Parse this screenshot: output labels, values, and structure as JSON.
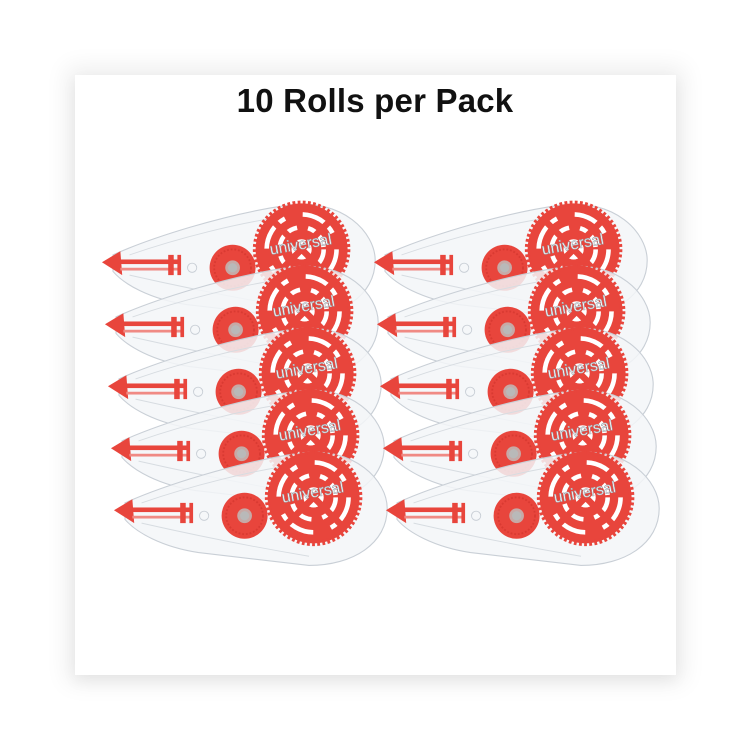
{
  "header": {
    "title": "10 Rolls per Pack"
  },
  "product": {
    "brand_mark": "universal",
    "item": "correction tape dispenser",
    "count": 10,
    "columns": 2,
    "rows_per_column": 5,
    "colors": {
      "accent": "#e8453c",
      "shell": "#eef2f5",
      "outline": "#c9cfd6",
      "hub": "#b9b9b9"
    }
  }
}
